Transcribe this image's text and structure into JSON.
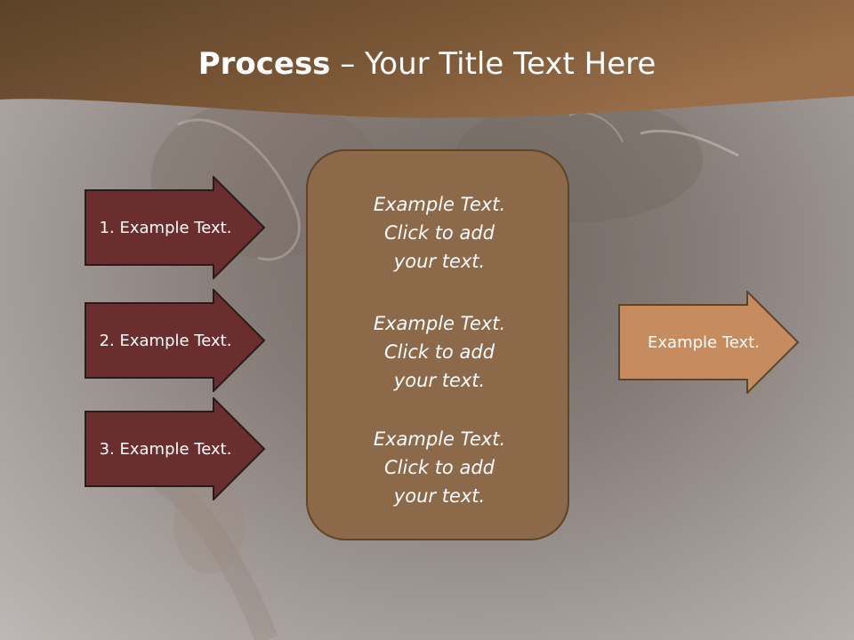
{
  "title": {
    "bold": "Process",
    "rest": " – Your Title Text Here"
  },
  "colors": {
    "header_dark": "#5c4228",
    "header_light": "#9a6e48",
    "input_arrow_fill": "#6a2e2e",
    "center_box_fill": "#8c6a49",
    "output_arrow_fill": "#c68c5e",
    "outline": "#3a2a22"
  },
  "inputs": [
    {
      "label": "1. Example Text."
    },
    {
      "label": "2. Example Text."
    },
    {
      "label": "3. Example Text."
    }
  ],
  "center": {
    "blocks": [
      {
        "line1": "Example Text.",
        "line2": "Click  to add",
        "line3": "your text."
      },
      {
        "line1": "Example Text.",
        "line2": "Click  to add",
        "line3": "your text."
      },
      {
        "line1": "Example Text.",
        "line2": "Click  to add",
        "line3": "your text."
      }
    ]
  },
  "output": {
    "label": "Example Text."
  }
}
